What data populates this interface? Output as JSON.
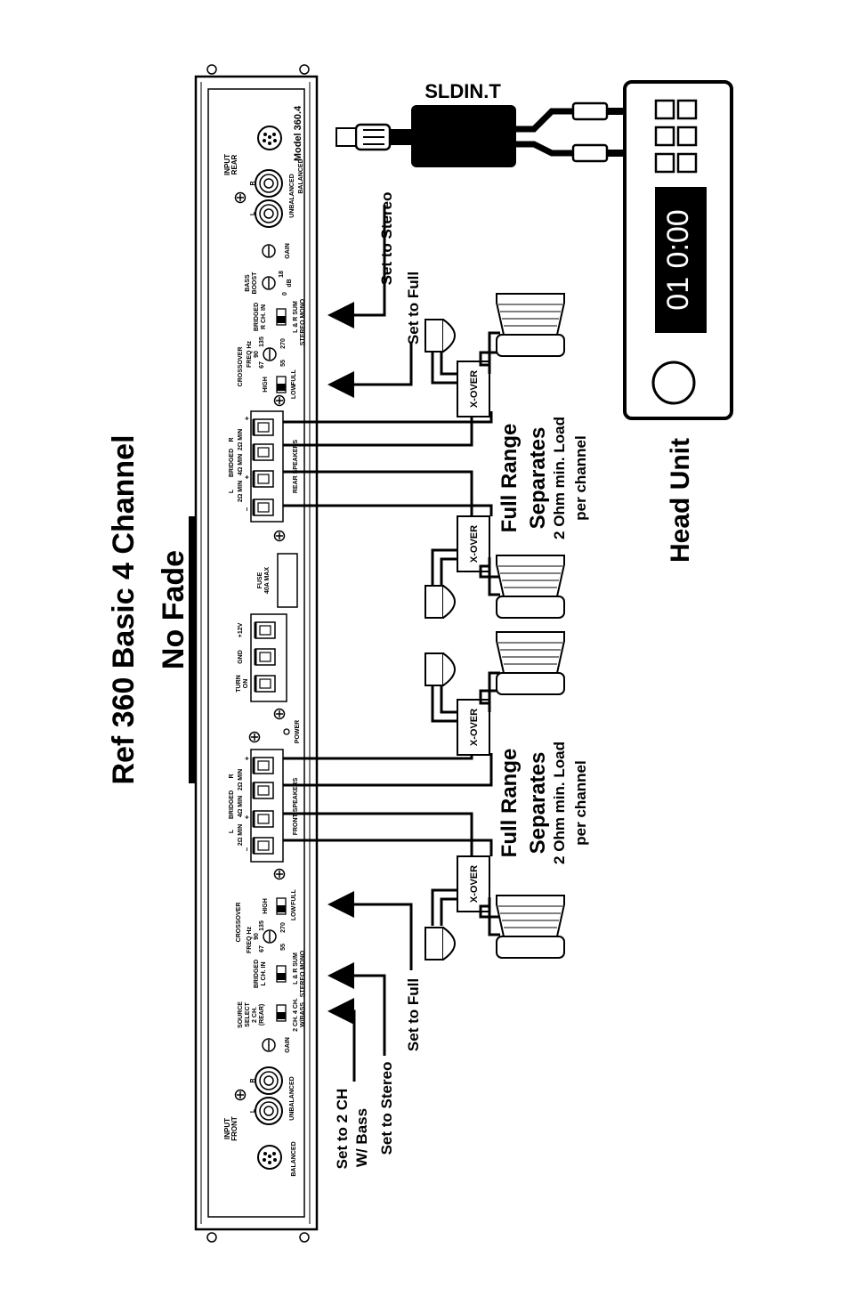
{
  "title": {
    "line1": "Ref 360 Basic 4 Channel",
    "line2": "No Fade"
  },
  "amp": {
    "model": "Model 360.4",
    "input_rear": {
      "line1": "INPUT",
      "line2": "REAR",
      "unbalanced": "UNBALANCED",
      "balanced": "BALANCED",
      "l": "L",
      "r": "R"
    },
    "input_front": {
      "line1": "INPUT",
      "line2": "FRONT",
      "unbalanced": "UNBALANCED",
      "balanced": "BALANCED",
      "l": "L",
      "r": "R"
    },
    "gain": "GAIN",
    "bass_boost": {
      "line1": "BASS",
      "line2": "BOOST",
      "v0": "0",
      "v18": "18",
      "db": "dB"
    },
    "bridged_r": {
      "line1": "BRIDGED",
      "line2": "R CH. IN",
      "lr": "L & R SUM",
      "sm": "STEREO MONO"
    },
    "bridged_l": {
      "line1": "BRIDGED",
      "line2": "L CH. IN",
      "lr": "L & R SUM",
      "sm": "STEREO MONO"
    },
    "crossover": {
      "label": "CROSSOVER",
      "freq": "FREQ Hz",
      "f90": "90",
      "f67": "67",
      "f135": "135",
      "f55": "55",
      "f270": "270",
      "high": "HIGH",
      "low": "LOW",
      "full": "FULL"
    },
    "source_select": {
      "line1": "SOURCE",
      "line2": "SELECT",
      "line3": "2 CH.",
      "line4": "(REAR)",
      "ch4": "2 CH. 4 CH.",
      "wbass": "W/BASS"
    },
    "rear_speakers": "REAR SPEAKERS",
    "front_speakers": "FRONT SPEAKERS",
    "spk": {
      "bridged": "BRIDGED",
      "l": "L",
      "r": "R",
      "min2": "2Ω MIN",
      "min4": "4Ω MIN",
      "minus": "–",
      "plus": "+"
    },
    "fuse": {
      "line1": "FUSE",
      "line2": "40A MAX"
    },
    "power": {
      "p12": "+12V",
      "gnd": "GND",
      "turn": "TURN",
      "on": "ON",
      "power": "POWER"
    }
  },
  "annotations": {
    "rear_stereo": "Set to Stereo",
    "rear_full": "Set to Full",
    "front_full": "Set to Full",
    "front_stereo": "Set to Stereo",
    "front_2ch_1": "Set to 2 CH",
    "front_2ch_2": "W/ Bass"
  },
  "sldin": "SLDIN.T",
  "head_unit": {
    "label": "Head Unit",
    "display": "01 0:00"
  },
  "xover": "X-OVER",
  "separates": {
    "line1": "Full Range",
    "line2": "Separates",
    "line3": "2 Ohm min. Load",
    "line4": "per channel"
  }
}
